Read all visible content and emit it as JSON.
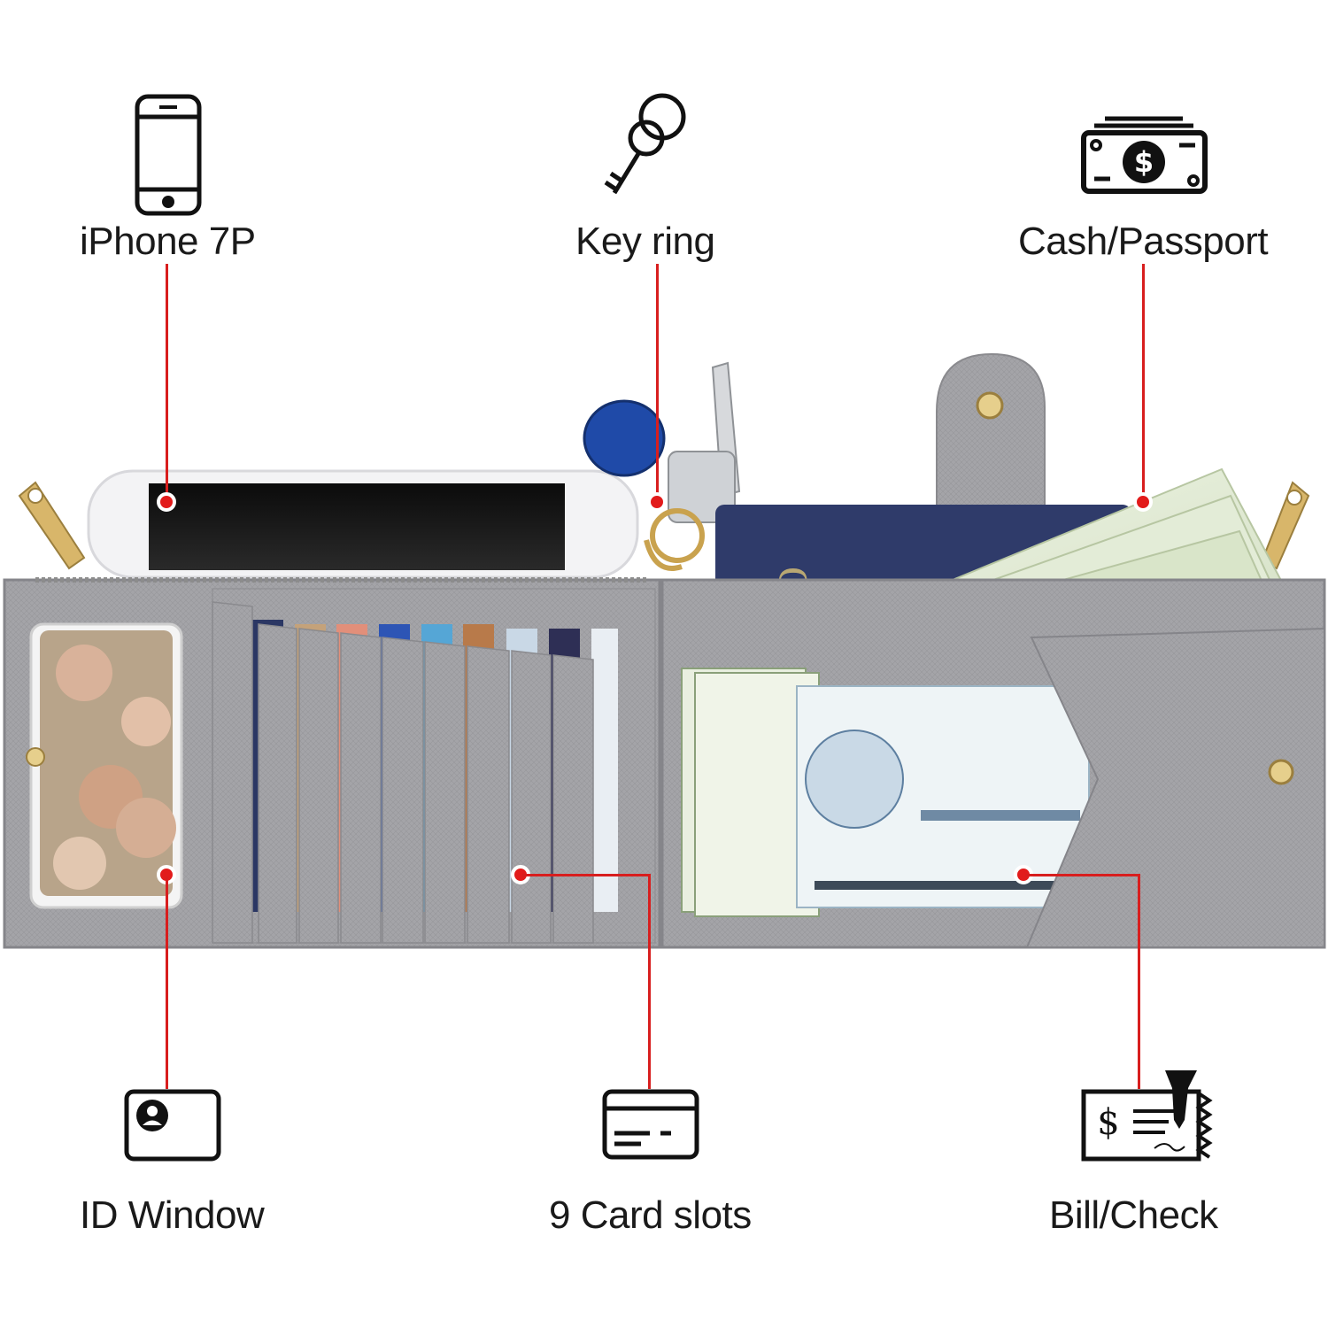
{
  "features": {
    "iphone": {
      "label": "iPhone 7P",
      "icon": "smartphone-icon"
    },
    "key_ring": {
      "label": "Key ring",
      "icon": "key-icon"
    },
    "cash_passport": {
      "label": "Cash/Passport",
      "icon": "cash-icon"
    },
    "id_window": {
      "label": "ID Window",
      "icon": "id-card-icon"
    },
    "card_slots": {
      "label": "9 Card slots",
      "icon": "credit-card-icon"
    },
    "bill_check": {
      "label": "Bill/Check",
      "icon": "check-pen-icon"
    }
  },
  "colors": {
    "leader": "#d81e1e",
    "wallet_leather": "#a3a3a7",
    "passport": "#2f3b6a",
    "text": "#1a1a1a"
  }
}
